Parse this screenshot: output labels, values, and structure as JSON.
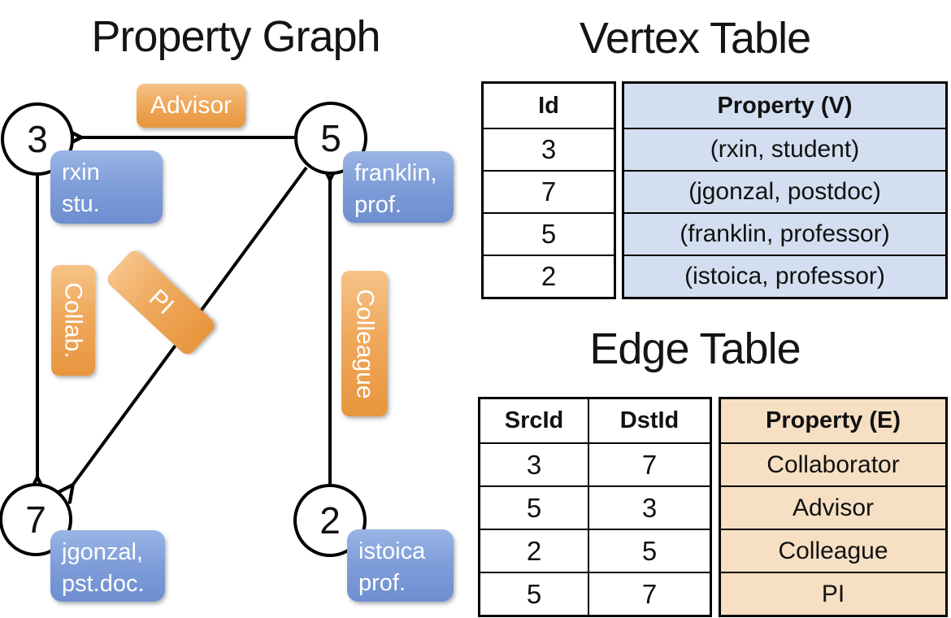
{
  "graph": {
    "title": "Property Graph",
    "nodes": {
      "n3": {
        "label": "3",
        "prop_line1": "rxin",
        "prop_line2": "stu."
      },
      "n5": {
        "label": "5",
        "prop_line1": "franklin,",
        "prop_line2": "prof."
      },
      "n7": {
        "label": "7",
        "prop_line1": "jgonzal,",
        "prop_line2": "pst.doc."
      },
      "n2": {
        "label": "2",
        "prop_line1": "istoica",
        "prop_line2": "prof."
      }
    },
    "edge_labels": {
      "advisor": "Advisor",
      "collab": "Collab.",
      "pi": "PI",
      "colleague": "Colleague"
    }
  },
  "vertex_table": {
    "title": "Vertex Table",
    "columns": [
      "Id",
      "Property (V)"
    ],
    "rows": [
      [
        "3",
        "(rxin, student)"
      ],
      [
        "7",
        "(jgonzal, postdoc)"
      ],
      [
        "5",
        "(franklin, professor)"
      ],
      [
        "2",
        "(istoica, professor)"
      ]
    ]
  },
  "edge_table": {
    "title": "Edge Table",
    "columns": [
      "SrcId",
      "DstId",
      "Property (E)"
    ],
    "rows": [
      [
        "3",
        "7",
        "Collaborator"
      ],
      [
        "5",
        "3",
        "Advisor"
      ],
      [
        "2",
        "5",
        "Colleague"
      ],
      [
        "5",
        "7",
        "PI"
      ]
    ]
  },
  "colors": {
    "edge_label_orange": "#efa95c",
    "vertex_prop_blue": "#7e9cd8",
    "vertex_table_fill": "#d3dff0",
    "edge_table_fill": "#f6dfc3",
    "line_black": "#000000"
  }
}
